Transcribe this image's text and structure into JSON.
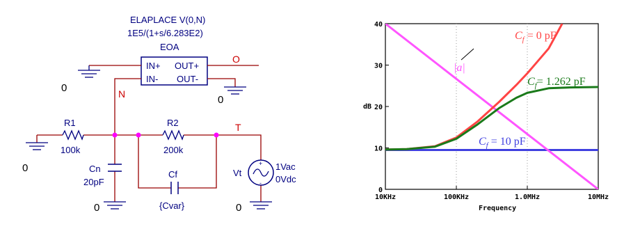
{
  "schematic": {
    "laplace_title": "ELAPLACE V(0,N)",
    "laplace_expr": "1E5/(1+s/6.283E2)",
    "part_name": "EOA",
    "pin_in_plus": "IN+",
    "pin_out_plus": "OUT+",
    "pin_in_minus": "IN-",
    "pin_out_minus": "OUT-",
    "node_o": "O",
    "node_n": "N",
    "node_t": "T",
    "ground_label": "0",
    "r1_name": "R1",
    "r1_value": "100k",
    "r2_name": "R2",
    "r2_value": "200k",
    "cn_name": "Cn",
    "cn_value": "20pF",
    "cf_name": "Cf",
    "cf_value": "{Cvar}",
    "vt_name": "Vt",
    "vt_ac": "1Vac",
    "vt_dc": "0Vdc",
    "colors": {
      "wire": "#990000",
      "part": "#000080",
      "node_dot": "#ff00ff",
      "ground": "#000080"
    }
  },
  "chart_data": {
    "type": "line",
    "xlabel": "Frequency",
    "ylabel": "dB",
    "x_scale": "log",
    "xlim": [
      10000,
      10000000
    ],
    "ylim": [
      0,
      40
    ],
    "x_ticks": [
      {
        "value": 10000,
        "label": "10KHz"
      },
      {
        "value": 100000,
        "label": "100KHz"
      },
      {
        "value": 1000000,
        "label": "1.0MHz"
      },
      {
        "value": 10000000,
        "label": "10MHz"
      }
    ],
    "y_ticks": [
      {
        "value": 0,
        "label": "0"
      },
      {
        "value": 10,
        "label": "10"
      },
      {
        "value": 20,
        "label": "20"
      },
      {
        "value": 30,
        "label": "30"
      },
      {
        "value": 40,
        "label": "40"
      }
    ],
    "grid": "dotted vertical at decades",
    "series": [
      {
        "name": "Cf = 0 pF",
        "label_main": "C",
        "label_sub": "f",
        "label_rest": " = 0 pF",
        "color": "#ff4444",
        "x": [
          10000,
          20000,
          50000,
          100000,
          200000,
          400000,
          700000,
          1000000,
          2000000,
          3100000
        ],
        "y": [
          9.6,
          9.7,
          10.4,
          12.5,
          16.4,
          21.1,
          25.2,
          28.0,
          34.0,
          40.0
        ]
      },
      {
        "name": "Cf = 1.262 pF",
        "label_main": "C",
        "label_sub": "f",
        "label_rest": "= 1.262 pF",
        "color": "#1a7a1a",
        "x": [
          10000,
          20000,
          50000,
          100000,
          200000,
          400000,
          700000,
          1000000,
          2000000,
          4000000,
          10000000
        ],
        "y": [
          9.6,
          9.7,
          10.3,
          12.2,
          15.7,
          19.6,
          22.1,
          23.3,
          24.4,
          24.6,
          24.7
        ]
      },
      {
        "name": "Cf = 10 pF",
        "label_main": "C",
        "label_sub": "f",
        "label_rest": " = 10 pF",
        "color": "#4040e0",
        "x": [
          10000,
          10000000
        ],
        "y": [
          9.5,
          9.5
        ]
      },
      {
        "name": "|a|",
        "label_main": "|a|",
        "label_sub": "",
        "label_rest": "",
        "color": "#ff55ff",
        "x": [
          10000,
          10000000
        ],
        "y": [
          40.0,
          0.0
        ]
      }
    ]
  }
}
